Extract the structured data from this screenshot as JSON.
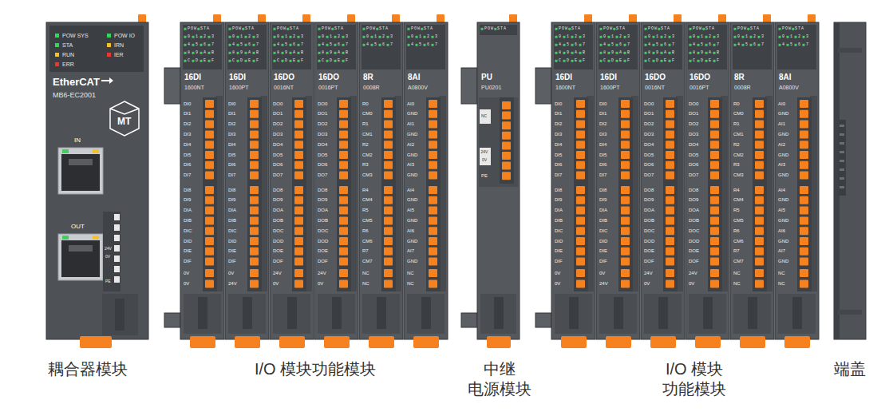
{
  "diagram": {
    "nodes": [
      {
        "text": [
          "EtherCAT",
          "MB6-EC2001"
        ]
      },
      {
        "text": [
          "16DI",
          "1600NT"
        ]
      },
      {
        "text": [
          "16DI",
          "1600PT"
        ]
      },
      {
        "text": [
          "16DO",
          "0016NT"
        ]
      },
      {
        "text": [
          "16DO",
          "0016PT"
        ]
      },
      {
        "text": [
          "8R",
          "0008R"
        ]
      },
      {
        "text": [
          "8AI",
          "A0800V"
        ]
      },
      {
        "text": [
          "PU",
          "PU0201"
        ]
      },
      {
        "text": [
          "16DI",
          "1600NT"
        ]
      },
      {
        "text": [
          "16DI",
          "1600PT"
        ]
      },
      {
        "text": [
          "16DO",
          "0016NT"
        ]
      },
      {
        "text": [
          "16DO",
          "0016PT"
        ]
      },
      {
        "text": [
          "8R",
          "0008R"
        ]
      },
      {
        "text": [
          "8AI",
          "A0800V"
        ]
      }
    ],
    "labels": [
      "POW SYS",
      "POW IO",
      "STA",
      "IRN",
      "RUN",
      "IER",
      "ERR",
      "MT",
      "IN",
      "OUT",
      "24V",
      "0V",
      "PE",
      "POW STA",
      "0 1 2 3",
      "4 5 6 7",
      "8 9 A B",
      "C D E F",
      "DI0",
      "DI1",
      "DI2",
      "DI3",
      "DI4",
      "DI5",
      "DI6",
      "DI7",
      "DI8",
      "DI9",
      "DIA",
      "DIB",
      "DIC",
      "DID",
      "DIE",
      "DIF",
      "0V",
      "0V",
      "POW STA",
      "0 1 2 3",
      "4 5 6 7",
      "8 9 A B",
      "C D E F",
      "DI0",
      "DI1",
      "DI2",
      "DI3",
      "DI4",
      "DI5",
      "DI6",
      "DI7",
      "DI8",
      "DI9",
      "DIA",
      "DIB",
      "DIC",
      "DID",
      "DIE",
      "DIF",
      "0V",
      "24V",
      "POW STA",
      "0 1 2 3",
      "4 5 6 7",
      "8 9 A B",
      "C D E F",
      "DO0",
      "DO1",
      "DO2",
      "DO3",
      "DO4",
      "DO5",
      "DO6",
      "DO7",
      "DO8",
      "DO9",
      "DOA",
      "DOB",
      "DOC",
      "DOD",
      "DOE",
      "DOF",
      "24V",
      "0V",
      "POW STA",
      "0 1 2 3",
      "4 5 6 7",
      "8 9 A B",
      "C D E F",
      "DO0",
      "DO1",
      "DO2",
      "DO3",
      "DO4",
      "DO5",
      "DO6",
      "DO7",
      "DO8",
      "DO9",
      "DOA",
      "DOB",
      "DOC",
      "DOD",
      "DOE",
      "DOF",
      "24V",
      "0V",
      "POW STA",
      "0 1 2 3",
      "4 5 6 7",
      "R0",
      "CM0",
      "R1",
      "CM1",
      "R2",
      "CM2",
      "R3",
      "CM3",
      "R4",
      "CM4",
      "R5",
      "CM5",
      "R6",
      "CM6",
      "R7",
      "CM7",
      "NC",
      "NC",
      "POW STA",
      "0 1 2 3",
      "4 5 6 7",
      "AI0",
      "GND",
      "AI1",
      "GND",
      "AI2",
      "GND",
      "AI3",
      "GND",
      "AI4",
      "GND",
      "AI5",
      "GND",
      "AI6",
      "GND",
      "AI7",
      "GND",
      "NC",
      "NC",
      "POW STA",
      "NC",
      "24V",
      "0V",
      "PE",
      "POW STA",
      "0 1 2 3",
      "4 5 6 7",
      "8 9 A B",
      "C D E F",
      "DI0",
      "DI1",
      "DI2",
      "DI3",
      "DI4",
      "DI5",
      "DI6",
      "DI7",
      "DI8",
      "DI9",
      "DIA",
      "DIB",
      "DIC",
      "DID",
      "DIE",
      "DIF",
      "0V",
      "0V",
      "POW STA",
      "0 1 2 3",
      "4 5 6 7",
      "8 9 A B",
      "C D E F",
      "DI0",
      "DI1",
      "DI2",
      "DI3",
      "DI4",
      "DI5",
      "DI6",
      "DI7",
      "DI8",
      "DI9",
      "DIA",
      "DIB",
      "DIC",
      "DID",
      "DIE",
      "DIF",
      "0V",
      "24V",
      "POW STA",
      "0 1 2 3",
      "4 5 6 7",
      "8 9 A B",
      "C D E F",
      "DO0",
      "DO1",
      "DO2",
      "DO3",
      "DO4",
      "DO5",
      "DO6",
      "DO7",
      "DO8",
      "DO9",
      "DOA",
      "DOB",
      "DOC",
      "DOD",
      "DOE",
      "DOF",
      "24V",
      "0V",
      "POW STA",
      "0 1 2 3",
      "4 5 6 7",
      "8 9 A B",
      "C D E F",
      "DO0",
      "DO1",
      "DO2",
      "DO3",
      "DO4",
      "DO5",
      "DO6",
      "DO7",
      "DO8",
      "DO9",
      "DOA",
      "DOB",
      "DOC",
      "DOD",
      "DOE",
      "DOF",
      "24V",
      "0V",
      "POW STA",
      "0 1 2 3",
      "4 5 6 7",
      "R0",
      "CM0",
      "R1",
      "CM1",
      "R2",
      "CM2",
      "R3",
      "CM3",
      "R4",
      "CM4",
      "R5",
      "CM5",
      "R6",
      "CM6",
      "R7",
      "CM7",
      "NC",
      "NC",
      "POW STA",
      "0 1 2 3",
      "4 5 6 7",
      "AI0",
      "GND",
      "AI1",
      "GND",
      "AI2",
      "GND",
      "AI3",
      "GND",
      "AI4",
      "GND",
      "AI5",
      "GND",
      "AI6",
      "GND",
      "AI7",
      "GND",
      "NC",
      "NC",
      "耦合器模块",
      "I/O 模块功能模块",
      "中继 电源模块",
      "I/O 模块 功能模块",
      "端盖"
    ]
  }
}
